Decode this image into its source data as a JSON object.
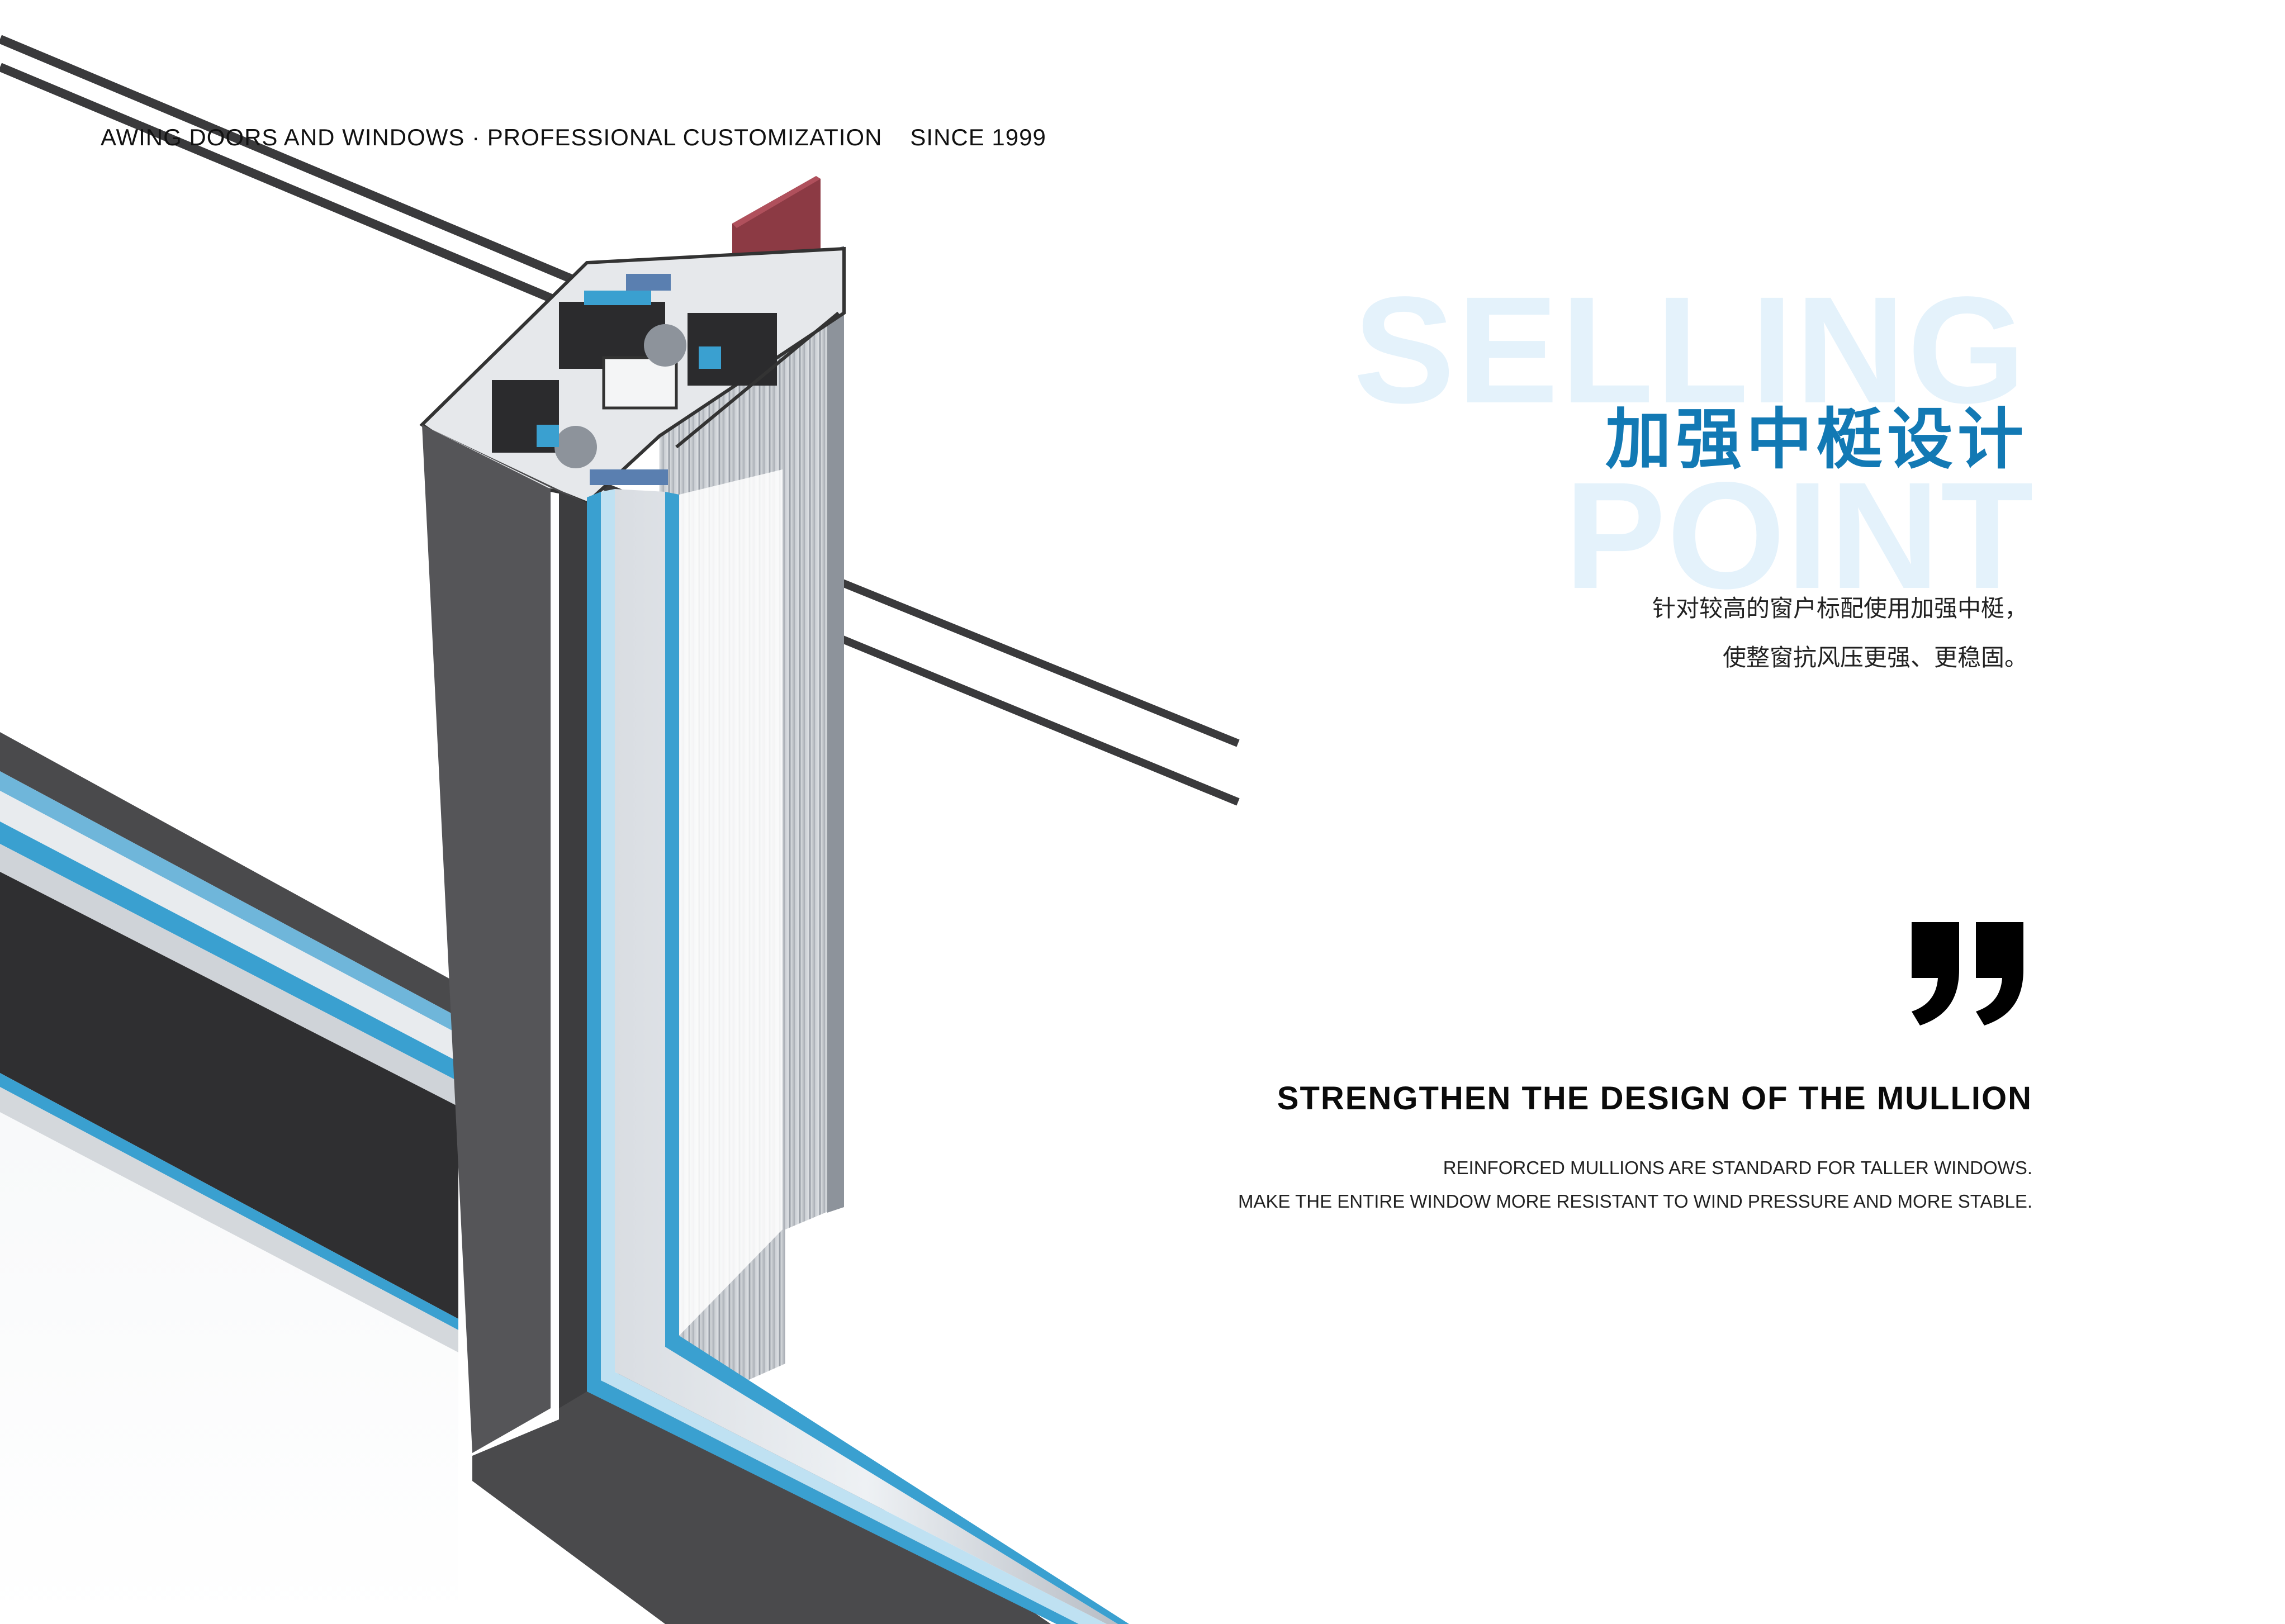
{
  "header": {
    "tagline": "AWING DOORS AND WINDOWS · PROFESSIONAL CUSTOMIZATION",
    "since": "SINCE 1999"
  },
  "watermark": {
    "line1": "SELLING",
    "line2": "POINT"
  },
  "feature": {
    "title_cn": "加强中梃设计",
    "desc_cn_line1": "针对较高的窗户标配使用加强中梃，",
    "desc_cn_line2": "使整窗抗风压更强、更稳固。",
    "heading_en": "STRENGTHEN THE DESIGN OF THE MULLION",
    "desc_en_line1": "REINFORCED MULLIONS ARE STANDARD FOR TALLER WINDOWS.",
    "desc_en_line2": "MAKE THE ENTIRE WINDOW MORE RESISTANT TO WIND PRESSURE AND MORE STABLE."
  },
  "illustration": {
    "subject": "window-mullion-cross-section",
    "icon": "quote-icon"
  },
  "colors": {
    "accent_blue": "#1279b4",
    "watermark": "#e4f2fb",
    "profile_dark": "#4a4a4c",
    "glass_blue": "#3aa0d0",
    "seal_red": "#8c3a44",
    "text_dark": "#111111"
  }
}
